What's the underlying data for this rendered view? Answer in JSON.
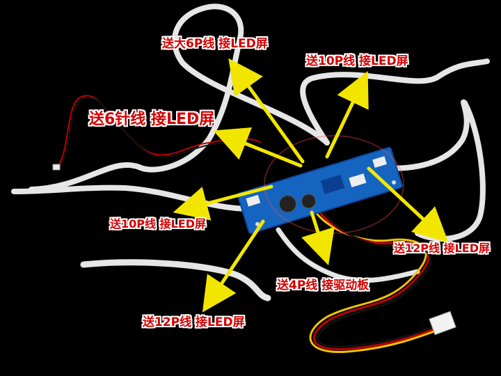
{
  "annotations": {
    "big6p": "送大6P线 接LED屏",
    "top10p": "送10P线 接LED屏",
    "pin6": "送6针线 接LED屏",
    "left10p": "送10P线 接LED屏",
    "right12p": "送12P线 接LED屏",
    "cable4p": "送4P线 接驱动板",
    "bottom12p": "送12P线 接LED屏"
  },
  "colors": {
    "background": "#000000",
    "label_text": "#d40000",
    "label_outline": "#ffffff",
    "arrow": "#f2e600",
    "board": "#1565c0",
    "ribbon": "#e8e8e8"
  }
}
